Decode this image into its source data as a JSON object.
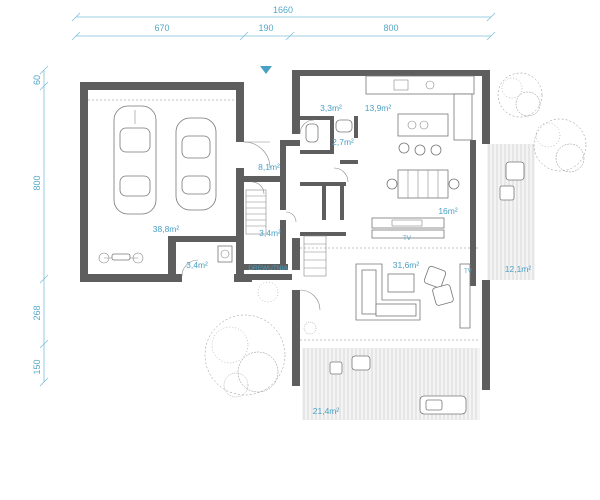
{
  "dimensions": {
    "top_total": "1660",
    "top_segments": [
      "670",
      "190",
      "800"
    ],
    "left_segments": [
      "60",
      "800",
      "268",
      "150"
    ]
  },
  "rooms": {
    "garage": "38,8m²",
    "garage_store": "3,4m²",
    "hall": "8,1m²",
    "boiler": "3,4m²",
    "wc": "2,7m²",
    "pantry": "3,3m²",
    "kitchen": "13,9m²",
    "dining": "16m²",
    "living": "31,6m²",
    "terrace_side": "12,1m²",
    "terrace_front": "21,4m²",
    "woodshed": "DREWUTNIA"
  },
  "labels": {
    "tv": "TV",
    "tv2": "TV",
    "entry_arrow": "entrance-arrow"
  },
  "colors": {
    "wall": "#5e5e5e",
    "annotation": "#4aa0c4",
    "entry_arrow": "#4aa0c4"
  }
}
